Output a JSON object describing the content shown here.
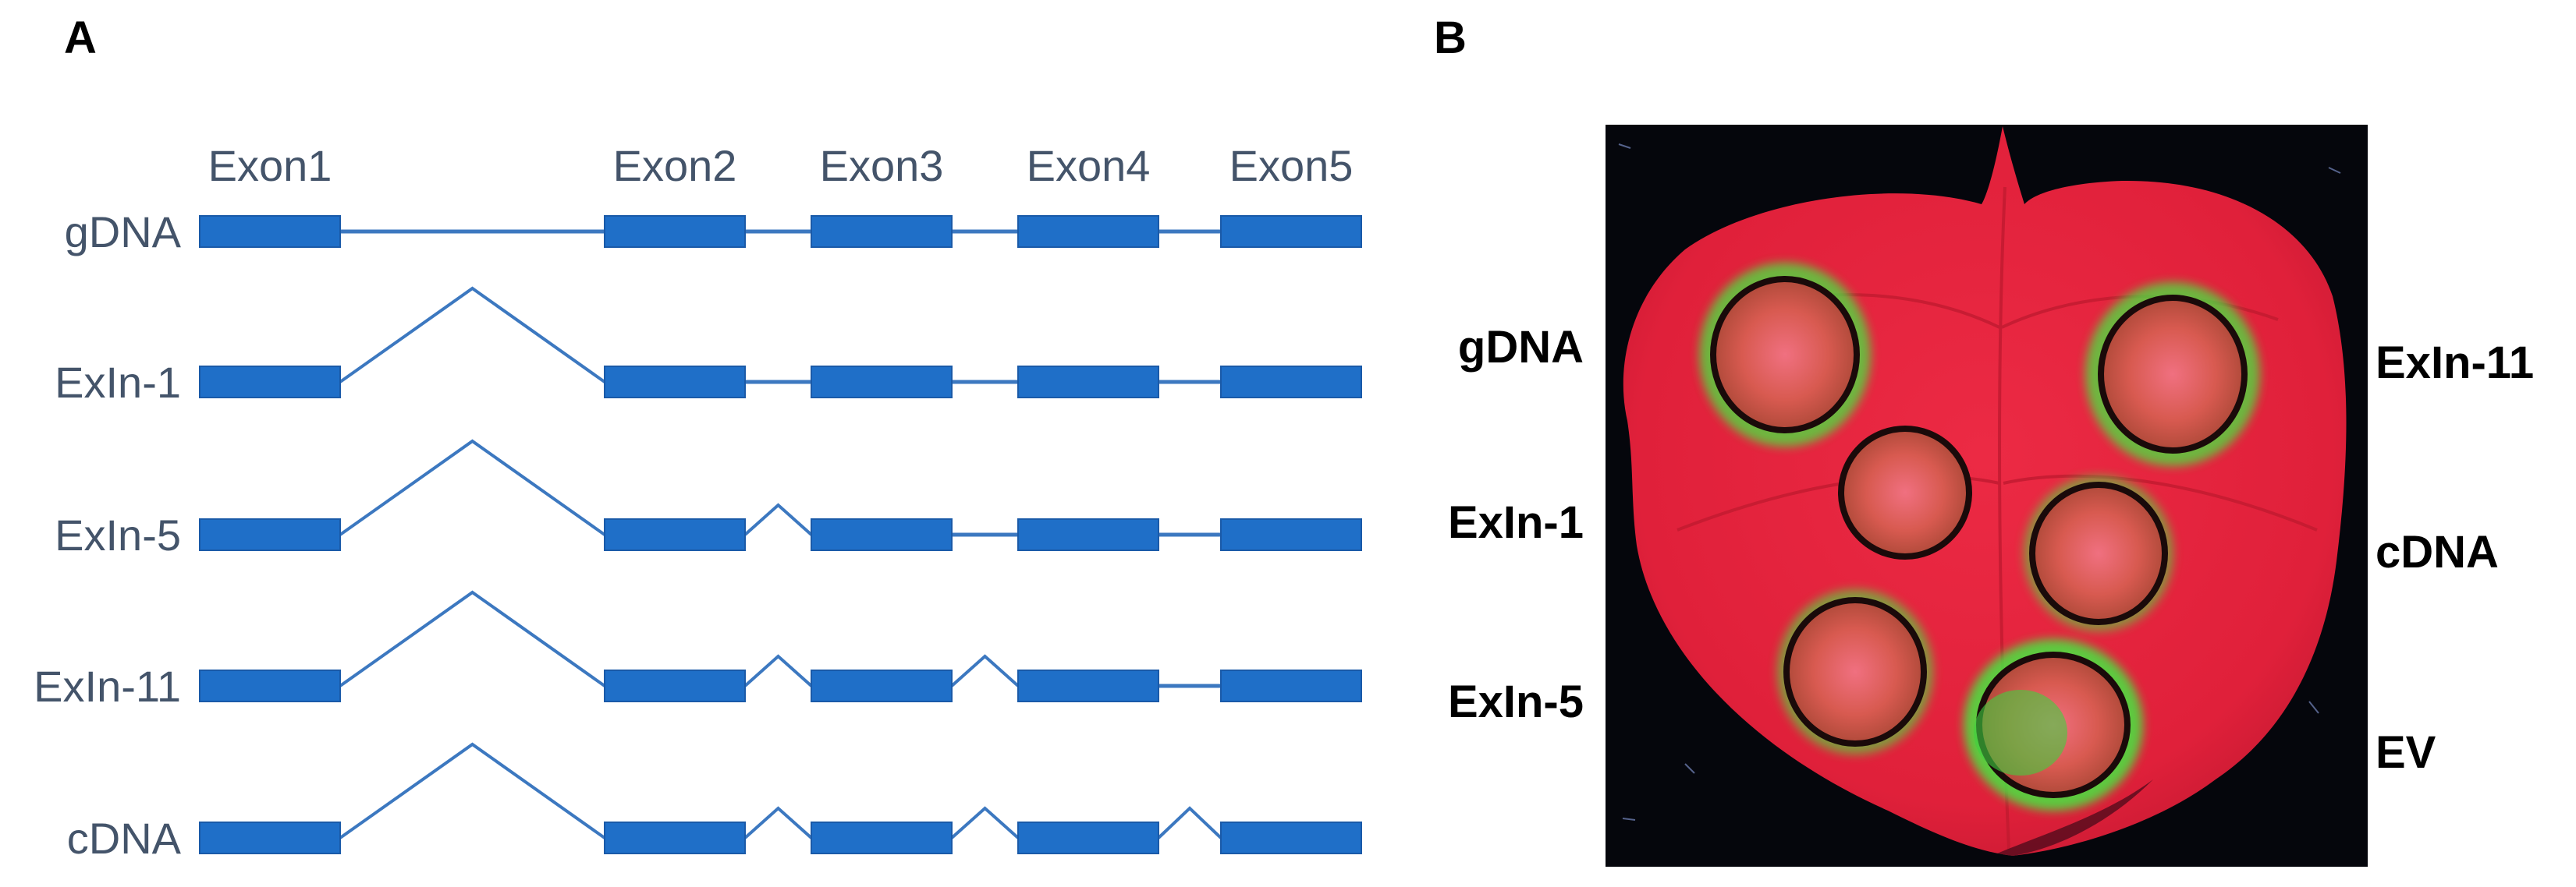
{
  "panels": {
    "a_letter": "A",
    "b_letter": "B"
  },
  "gene_diagram": {
    "exons": [
      "Exon1",
      "Exon2",
      "Exon3",
      "Exon4",
      "Exon5"
    ],
    "rows": [
      {
        "label": "gDNA",
        "retained_introns": [
          1,
          2,
          3,
          4
        ]
      },
      {
        "label": "ExIn-1",
        "retained_introns": [
          2,
          3,
          4
        ]
      },
      {
        "label": "ExIn-5",
        "retained_introns": [
          3,
          4
        ]
      },
      {
        "label": "ExIn-11",
        "retained_introns": [
          4
        ]
      },
      {
        "label": "cDNA",
        "retained_introns": []
      }
    ]
  },
  "leaf_image": {
    "labels_left": [
      "gDNA",
      "ExIn-1",
      "ExIn-5"
    ],
    "labels_right": [
      "ExIn-11",
      "cDNA",
      "EV"
    ]
  },
  "colors": {
    "exon_fill": "#1f6fc8",
    "line": "#3c78c0",
    "label_text": "#44546a",
    "leaf_red": "#e8253c",
    "necrosis_green": "#46e640",
    "background_black": "#05060c"
  }
}
